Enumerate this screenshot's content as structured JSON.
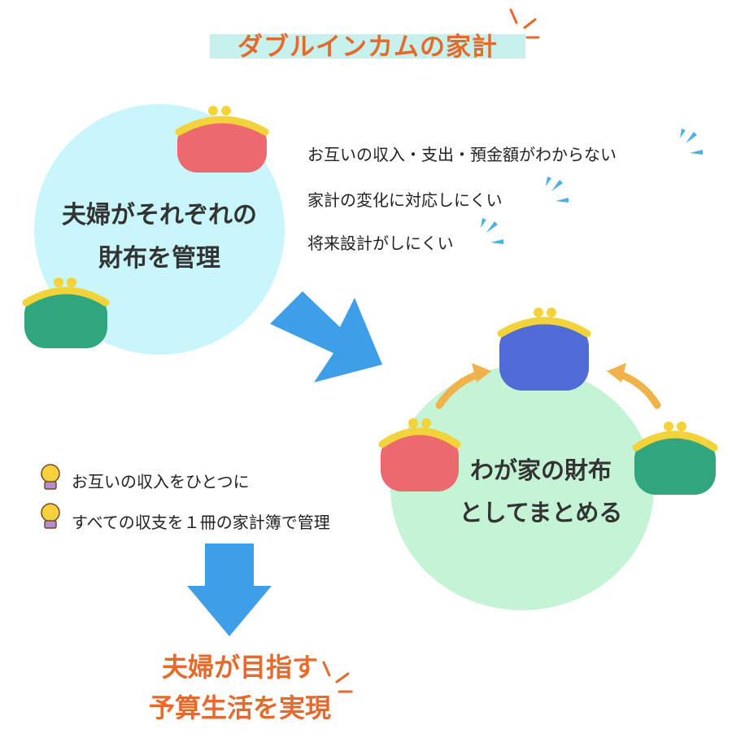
{
  "title": "ダブルインカムの家計",
  "left_circle": {
    "line1": "夫婦がそれぞれの",
    "line2": "財布を管理"
  },
  "issues": [
    "お互いの収入・支出・預金額がわからない",
    "家計の変化に対応しにくい",
    "将来設計がしにくい"
  ],
  "right_circle": {
    "line1": "わが家の財布",
    "line2": "としてまとめる"
  },
  "points": [
    "お互いの収入をひとつに",
    "すべての収支を１冊の家計簿で管理"
  ],
  "goal": {
    "line1": "夫婦が目指す",
    "line2": "予算生活を実現"
  },
  "colors": {
    "title": "#e56a2c",
    "title_highlight": "#c6f1ec",
    "left_circle": "#c9f6fb",
    "right_circle": "#c4f3d6",
    "arrow": "#3f9ee8",
    "cycle_arrow": "#f0b24a",
    "purse_red": "#ec6a6e",
    "purse_green": "#2fa67e",
    "purse_blue": "#4f6bd6",
    "clasp": "#f3d33a",
    "drops": "#49b2df"
  },
  "icons": [
    "coin-purse-red-icon",
    "coin-purse-green-icon",
    "coin-purse-blue-icon",
    "lightbulb-icon",
    "sweat-drops-icon",
    "accent-lines-icon",
    "blue-arrow-icon",
    "curved-arrow-icon"
  ]
}
